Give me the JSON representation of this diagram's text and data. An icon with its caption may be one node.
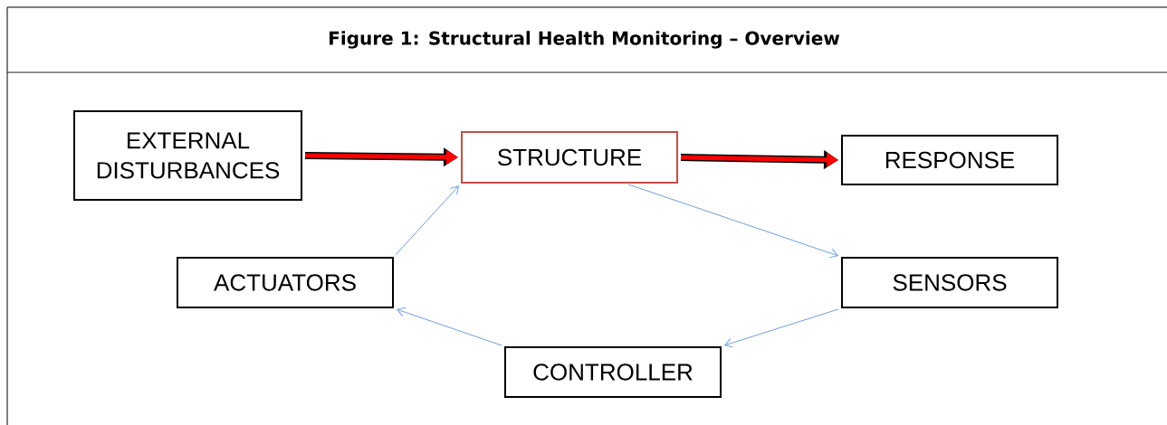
{
  "diagram": {
    "title": "Figure 1: Structural Health Monitoring – Overview",
    "nodes": [
      {
        "text": [
          "EXTERNAL DISTURBANCES"
        ]
      },
      {
        "text": [
          "STRUCTURE"
        ]
      },
      {
        "text": [
          "RESPONSE"
        ]
      },
      {
        "text": [
          "ACTUATORS"
        ]
      },
      {
        "text": [
          "SENSORS"
        ]
      },
      {
        "text": [
          "CONTROLLER"
        ]
      }
    ],
    "edges": [
      {
        "from": 0,
        "to": 1,
        "arrow": "to",
        "style": "thick",
        "color": "#ff0000"
      },
      {
        "from": 1,
        "to": 2,
        "arrow": "to",
        "style": "thick",
        "color": "#ff0000"
      },
      {
        "from": 1,
        "to": 4,
        "arrow": "to"
      },
      {
        "from": 4,
        "to": 5,
        "arrow": "to"
      },
      {
        "from": 5,
        "to": 3,
        "arrow": "to"
      },
      {
        "from": 3,
        "to": 1,
        "arrow": "to"
      }
    ]
  }
}
